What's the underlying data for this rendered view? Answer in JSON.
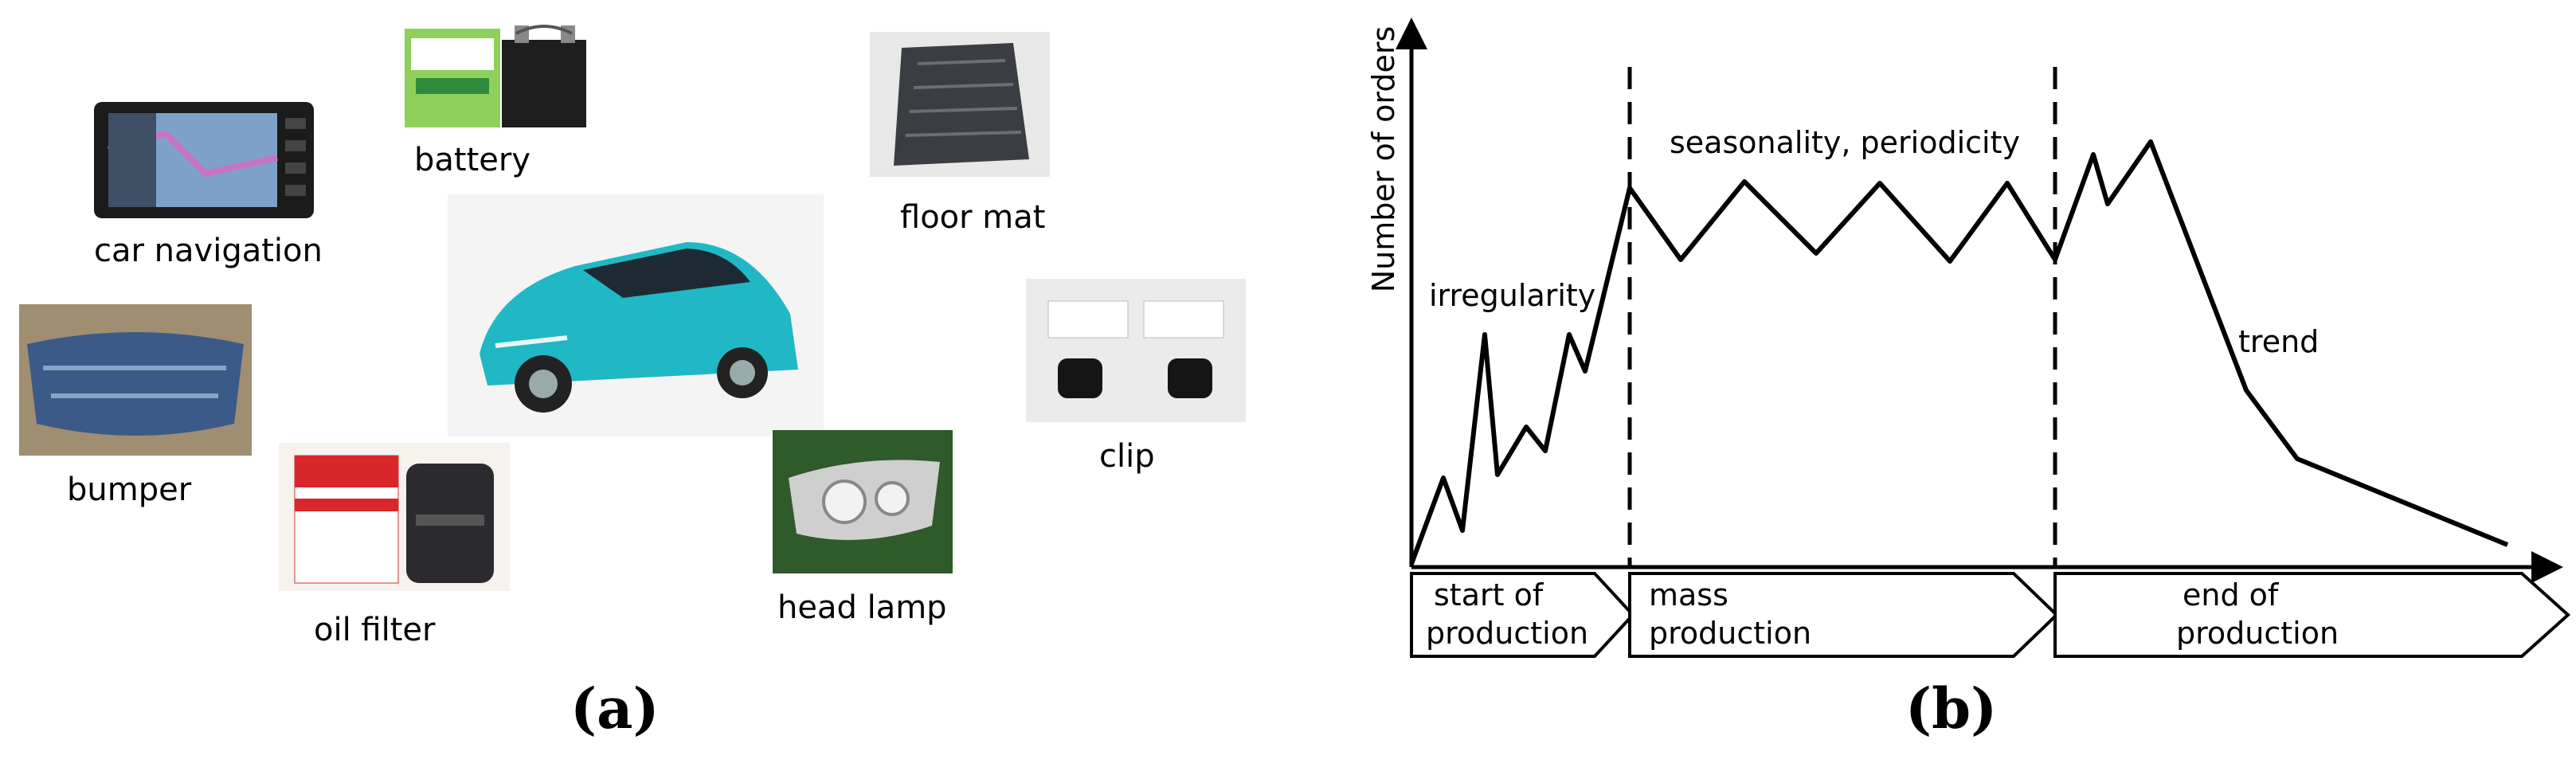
{
  "panel_a": {
    "label": "(a)",
    "parts": {
      "battery": "battery",
      "floor_mat": "floor mat",
      "car_navigation": "car navigation",
      "bumper": "bumper",
      "clip": "clip",
      "oil_filter": "oil filter",
      "head_lamp": "head lamp"
    },
    "colors": {
      "car_body": "#1fb8c4",
      "battery_green": "#7cc24a",
      "oil_box": "#d8262a"
    }
  },
  "panel_b": {
    "label": "(b)",
    "y_axis_label": "Number of orders",
    "annotations": {
      "irregularity": "irregularity",
      "seasonality": "seasonality, periodicity",
      "trend": "trend"
    },
    "phases": {
      "start": [
        "start of",
        "production"
      ],
      "mass": [
        "mass",
        "production"
      ],
      "end": [
        "end of",
        "production"
      ]
    }
  }
}
